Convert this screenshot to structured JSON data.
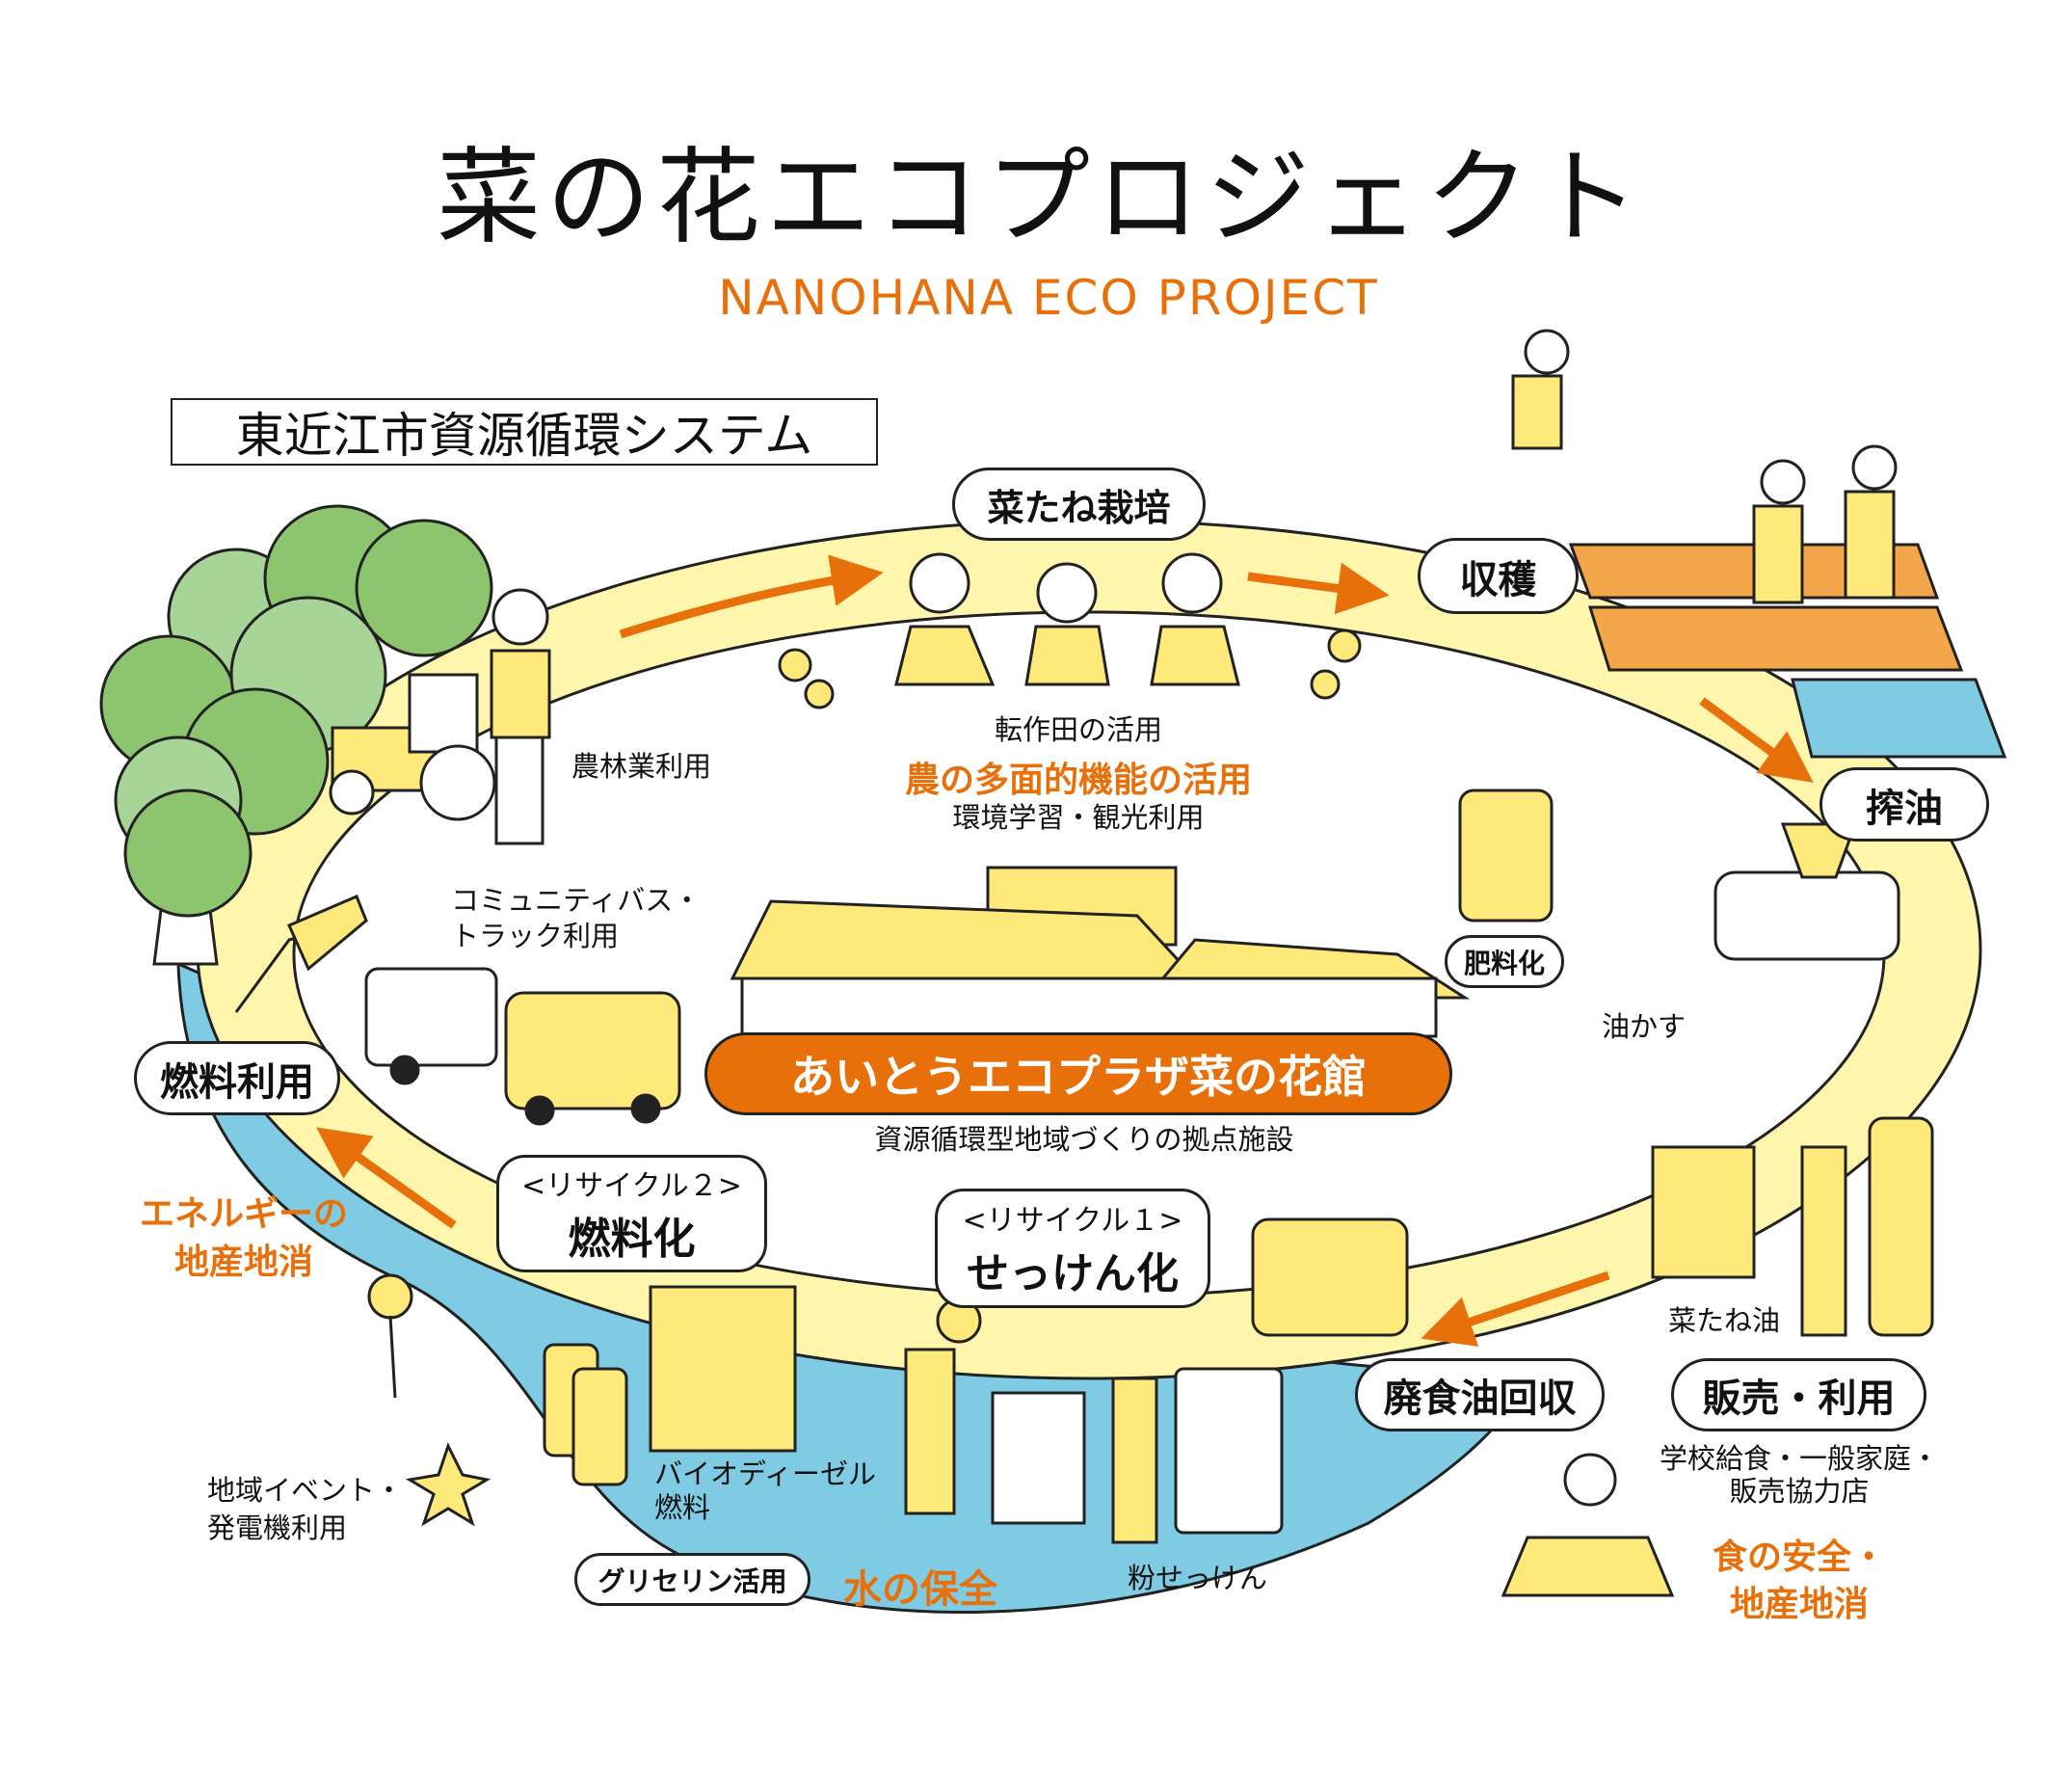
{
  "title": "菜の花エコプロジェクト",
  "subtitle": "NANOHANA ECO PROJECT",
  "system_label": "東近江市資源循環システム",
  "colors": {
    "accent": "#e8700a",
    "band": "#fff6ad",
    "fill": "#ffe97a",
    "water": "#7fcbe3",
    "tree_dark": "#8cc56e",
    "tree_light": "#a6d597"
  },
  "stages": {
    "cultivation": "菜たね栽培",
    "harvest": "収穫",
    "pressing": "搾油",
    "fertilizer": "肥料化",
    "sales": "販売・利用",
    "collection": "廃食油回収",
    "recycle1_tag": "<リサイクル１>",
    "recycle1": "せっけん化",
    "recycle2_tag": "<リサイクル２>",
    "recycle2": "燃料化",
    "glycerin": "グリセリン活用",
    "fuel_use": "燃料利用"
  },
  "center": {
    "facility": "あいとうエコプラザ菜の花館",
    "facility_caption": "資源循環型地域づくりの拠点施設"
  },
  "notes": {
    "rotation_field": "転作田の活用",
    "multifunction": "農の多面的機能の活用",
    "education": "環境学習・観光利用",
    "agri_forestry": "農林業利用",
    "bus_line1": "コミュニティバス・",
    "bus_line2": "トラック利用",
    "energy_line1": "エネルギーの",
    "energy_line2": "地産地消",
    "event_line1": "地域イベント・",
    "event_line2": "発電機利用",
    "bdf_line1": "バイオディーゼル",
    "bdf_line2": "燃料",
    "water": "水の保全",
    "soap_powder": "粉せっけん",
    "oil_cake": "油かす",
    "rapeseed_oil": "菜たね油",
    "users_line1": "学校給食・一般家庭・",
    "users_line2": "販売協力店",
    "food_line1": "食の安全・",
    "food_line2": "地産地消"
  }
}
